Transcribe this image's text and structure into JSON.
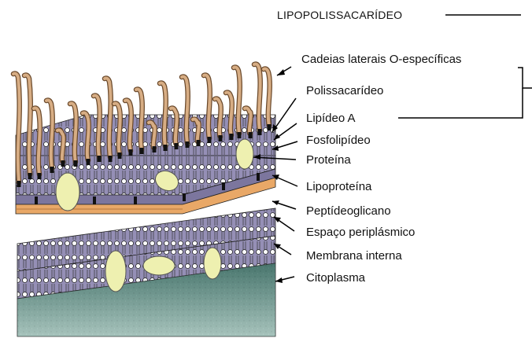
{
  "title": "LIPOPOLISSACARÍDEO",
  "labels": [
    "Cadeias laterais O-específicas",
    "Polissacarídeo",
    "Lipídeo A",
    "Fosfolipídeo",
    "Proteína",
    "Lipoproteína",
    "Peptídeoglicano",
    "Espaço periplásmico",
    "Membrana interna",
    "Citoplasma"
  ],
  "colors": {
    "membrane": "#8d88b0",
    "protein": "#eef0b0",
    "chain": "#c9a27a",
    "peptidoglycan": "#e9a867",
    "cytoplasm": "#4f7d74"
  }
}
